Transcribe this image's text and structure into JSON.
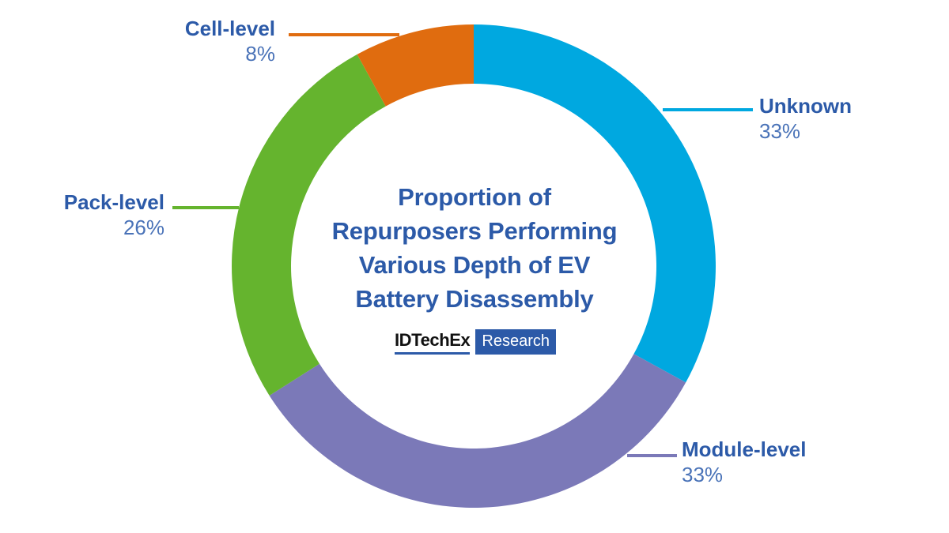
{
  "chart_data": {
    "type": "pie",
    "variant": "donut",
    "title": "Proportion of Repurposers Performing Various Depth of EV Battery Disassembly",
    "title_lines": "Proportion of\nRepurposers Performing\nVarious Depth of EV\nBattery Disassembly",
    "categories": [
      "Unknown",
      "Module-level",
      "Pack-level",
      "Cell-level"
    ],
    "values": [
      33,
      33,
      26,
      8
    ],
    "value_unit": "%",
    "start_angle_deg": 0,
    "direction": "clockwise",
    "inner_radius_px": 231,
    "outer_radius_px": 306,
    "legend": "callout-labels",
    "grid": false,
    "slices": [
      {
        "label": "Unknown",
        "value": 33,
        "value_text": "33%",
        "color": "#00A8E0",
        "start_deg": 0.0,
        "end_deg": 118.8
      },
      {
        "label": "Module-level",
        "value": 33,
        "value_text": "33%",
        "color": "#7B79B8",
        "start_deg": 118.8,
        "end_deg": 237.6
      },
      {
        "label": "Pack-level",
        "value": 26,
        "value_text": "26%",
        "color": "#65B42E",
        "start_deg": 237.6,
        "end_deg": 331.2
      },
      {
        "label": "Cell-level",
        "value": 8,
        "value_text": "8%",
        "color": "#E06C0F",
        "start_deg": 331.2,
        "end_deg": 360.0
      }
    ]
  },
  "center": {
    "title": "Proportion of\nRepurposers Performing\nVarious Depth of EV\nBattery Disassembly",
    "logo": {
      "brand": "IDTechEx",
      "product": "Research"
    }
  },
  "callouts": {
    "cell": {
      "category": "Cell-level",
      "percent": "8%",
      "line_color": "#E06C0F"
    },
    "pack": {
      "category": "Pack-level",
      "percent": "26%",
      "line_color": "#65B42E"
    },
    "unknown": {
      "category": "Unknown",
      "percent": "33%",
      "line_color": "#00A8E0"
    },
    "module": {
      "category": "Module-level",
      "percent": "33%",
      "line_color": "#7B79B8"
    }
  },
  "colors": {
    "unknown": "#00A8E0",
    "module": "#7B79B8",
    "pack": "#65B42E",
    "cell": "#E06C0F",
    "title_blue": "#2C5AA8",
    "percent_blue": "#4A73B8",
    "background": "#FFFFFF"
  }
}
